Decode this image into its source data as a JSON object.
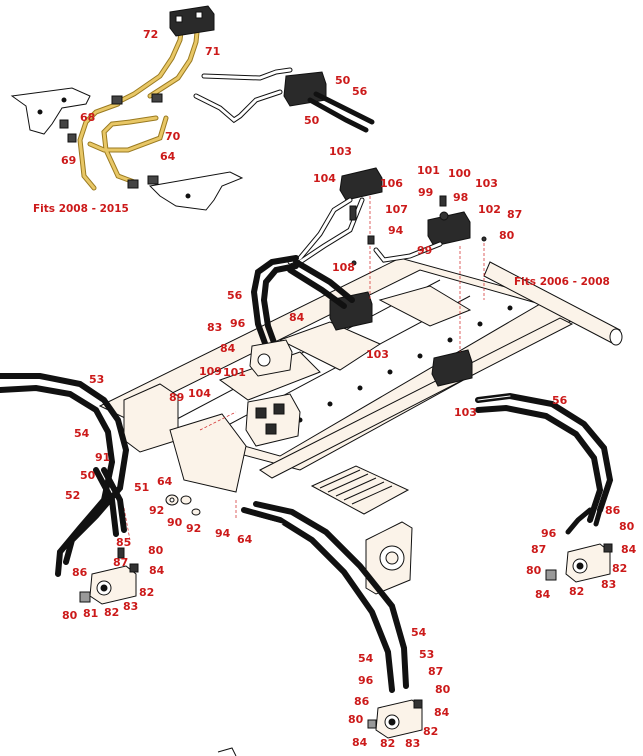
{
  "diagram": {
    "captions": {
      "fits_2008_2015": "Fits 2008 - 2015",
      "fits_2006_2008": "Fits 2006 - 2008"
    },
    "callouts": [
      "72",
      "71",
      "50",
      "56",
      "50",
      "68",
      "70",
      "69",
      "64",
      "103",
      "104",
      "106",
      "107",
      "94",
      "108",
      "101",
      "100",
      "99",
      "98",
      "103",
      "102",
      "87",
      "80",
      "99",
      "56",
      "96",
      "83",
      "84",
      "84",
      "103",
      "109",
      "101",
      "104",
      "89",
      "53",
      "54",
      "91",
      "103",
      "50",
      "51",
      "52",
      "64",
      "92",
      "90",
      "92",
      "94",
      "64",
      "85",
      "80",
      "86",
      "87",
      "84",
      "82",
      "80",
      "81",
      "82",
      "83",
      "56",
      "86",
      "80",
      "96",
      "87",
      "84",
      "80",
      "82",
      "84",
      "82",
      "83",
      "54",
      "53",
      "54",
      "87",
      "96",
      "80",
      "86",
      "84",
      "80",
      "82",
      "82",
      "84",
      "83"
    ],
    "colors": {
      "callout": "#cc1a1a",
      "frame_fill": "#fbf3e9",
      "yellow_tube": "#e8c766",
      "line": "#111111"
    }
  }
}
